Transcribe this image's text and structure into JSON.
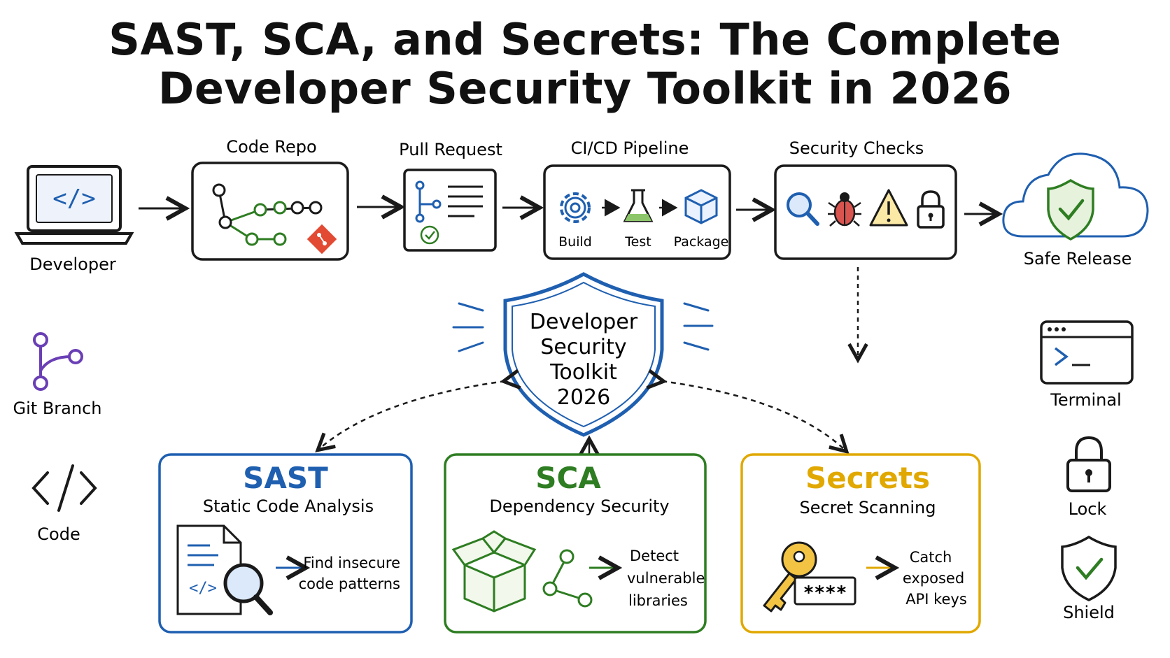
{
  "title": {
    "line1": "SAST, SCA, and Secrets: The Complete",
    "line2": "Developer Security Toolkit in 2026"
  },
  "pipeline": {
    "developer": "Developer",
    "code_repo": "Code Repo",
    "pull_request": "Pull Request",
    "cicd": "CI/CD Pipeline",
    "build": "Build",
    "test": "Test",
    "package": "Package",
    "security_checks": "Security Checks",
    "safe_release": "Safe Release"
  },
  "shield": {
    "line1": "Developer",
    "line2": "Security",
    "line3": "Toolkit",
    "line4": "2026"
  },
  "sast": {
    "title": "SAST",
    "subtitle": "Static Code Analysis",
    "desc1": "Find insecure",
    "desc2": "code patterns"
  },
  "sca": {
    "title": "SCA",
    "subtitle": "Dependency Security",
    "desc1": "Detect",
    "desc2": "vulnerable",
    "desc3": "libraries"
  },
  "secrets": {
    "title": "Secrets",
    "subtitle": "Secret Scanning",
    "desc1": "Catch",
    "desc2": "exposed",
    "desc3": "API keys",
    "masked": "****"
  },
  "legend": {
    "git_branch": "Git Branch",
    "code": "Code",
    "terminal": "Terminal",
    "lock": "Lock",
    "shield": "Shield"
  },
  "colors": {
    "ink": "#1a1a1a",
    "sast_blue": "#1f5fb0",
    "sca_green": "#2e7d22",
    "secrets_yellow": "#e0a800",
    "git_purple": "#6a3fb5",
    "bug_red": "#c43a2a"
  }
}
